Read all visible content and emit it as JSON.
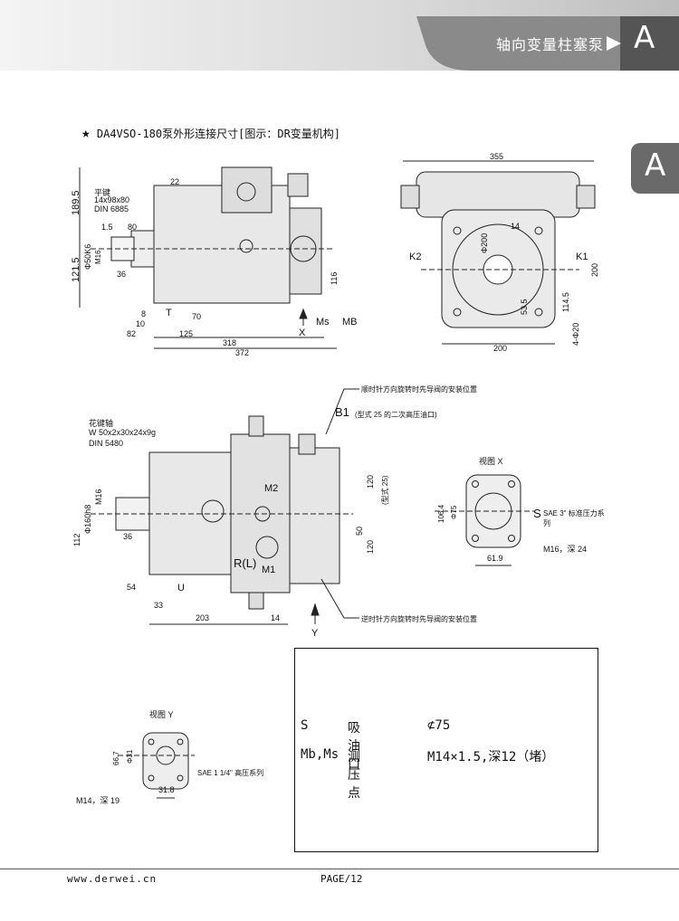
{
  "header": {
    "title": "轴向变量柱塞泵",
    "section_letter": "A"
  },
  "side_tab": {
    "letter": "A"
  },
  "caption": {
    "star": "★",
    "text": "DA4VSO-180泵外形连接尺寸[图示：DR变量机构]"
  },
  "view1": {
    "dims": [
      "189.5",
      "121.5",
      "22",
      "平键",
      "14x98x80",
      "DIN 6885",
      "1.5",
      "80",
      "Φ50K6",
      "M16",
      "36",
      "T",
      "70",
      "8",
      "10",
      "82",
      "125",
      "318",
      "372",
      "116",
      "Ms",
      "MB",
      "X"
    ]
  },
  "view2": {
    "dims": [
      "355",
      "14",
      "Φ200",
      "53.5",
      "K2",
      "K1",
      "200",
      "114.5",
      "4-Φ20",
      "200"
    ]
  },
  "view3": {
    "note_cw": "顺时针方向旋转时先导阀的安装位置",
    "note_ccw": "逆时针方向旋转时先导阀的安装位置",
    "b1_label": "B1",
    "b1_note": "(型式 25 的二次高压油口)",
    "spline_title": "花键轴",
    "spline_spec": "W 50x2x30x24x9g",
    "spline_din": "DIN 5480",
    "dims": [
      "M16",
      "Φ160h8",
      "112",
      "36",
      "54",
      "U",
      "33",
      "203",
      "14",
      "M2",
      "M1",
      "R(L)",
      "120",
      "(型式 25)",
      "50",
      "120",
      "Y"
    ]
  },
  "viewX": {
    "title": "视图 X",
    "s_label": "S",
    "sae": "SAE 3\" 标准压力系列",
    "dims": [
      "106.4",
      "Φ75",
      "61.9",
      "M16，深 24"
    ]
  },
  "viewY": {
    "title": "视图 Y",
    "sae": "SAE 1 1/4\" 高压系列",
    "dims": [
      "66.7",
      "Φ31",
      "31.8",
      "M14，深 19"
    ]
  },
  "table": {
    "rows": [
      {
        "code": "S",
        "name": "吸油口",
        "spec": "⊄75"
      },
      {
        "code": "Mb,Ms",
        "name": "测压点",
        "spec": "M14×1.5,深12（堵）"
      }
    ]
  },
  "footer": {
    "url": "www.derwei.cn",
    "page": "PAGE/12"
  }
}
